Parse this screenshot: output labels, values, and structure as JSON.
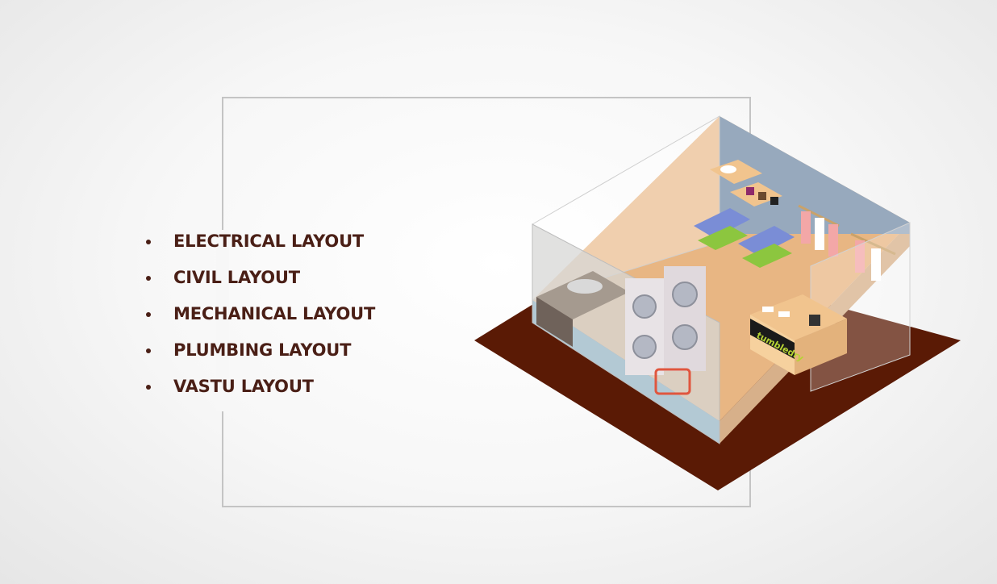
{
  "layouts": [
    {
      "label": "ELECTRICAL LAYOUT"
    },
    {
      "label": "CIVIL LAYOUT"
    },
    {
      "label": "MECHANICAL LAYOUT"
    },
    {
      "label": "PLUMBING LAYOUT"
    },
    {
      "label": "VASTU LAYOUT"
    }
  ],
  "store_sign": {
    "brand": "tumbledry"
  },
  "colors": {
    "text": "#4a1f16",
    "frame": "#c4c4c4",
    "base": "#5a1a05",
    "floor": "#e8b683",
    "back_wall": "#97a9bd",
    "side_wall": "#d7d7d5",
    "wall_edge": "#4a9ed0",
    "sign": "#1a1a1a",
    "sign_text": "#b5d334"
  }
}
